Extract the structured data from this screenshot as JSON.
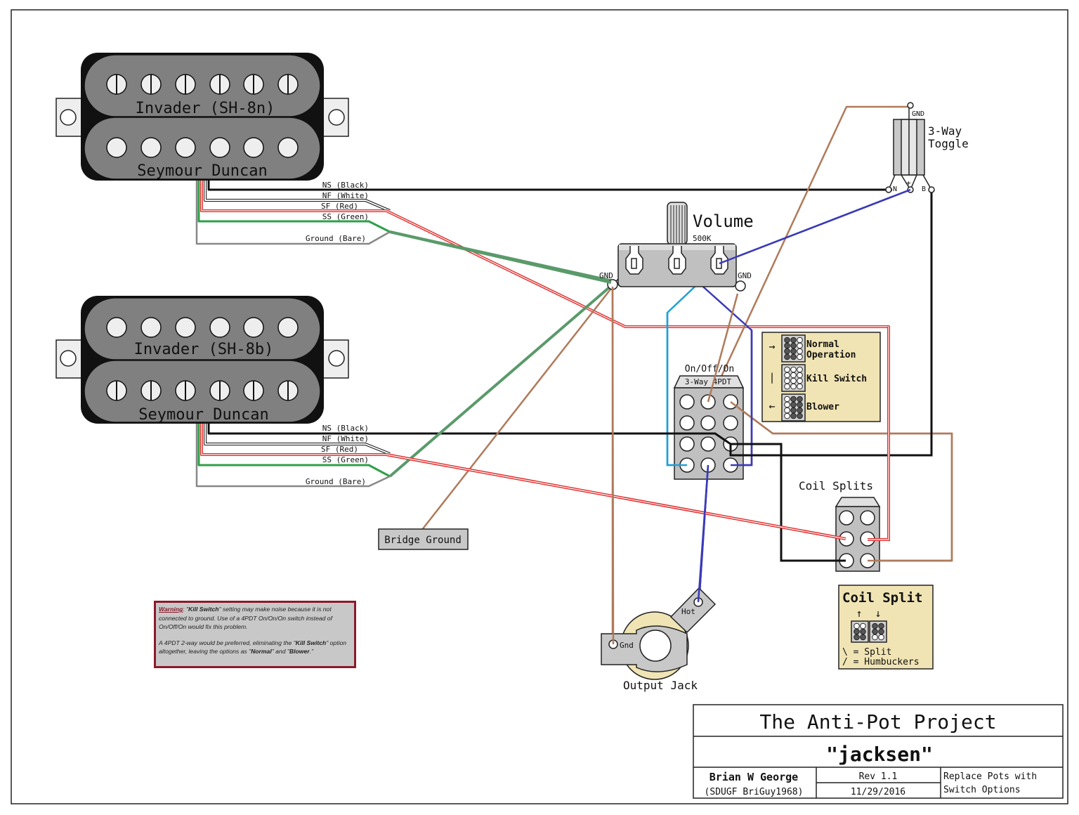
{
  "pickups": [
    {
      "id": "neck",
      "model": "Invader (SH-8n)",
      "brand": "Seymour Duncan",
      "slotted_row": "top",
      "wires": [
        {
          "label": "NS (Black)",
          "color": "#111111"
        },
        {
          "label": "NF (White)",
          "color": "#ffffff"
        },
        {
          "label": "SF (Red)",
          "color": "#e03030"
        },
        {
          "label": "SS (Green)",
          "color": "#2ea04a"
        },
        {
          "label": "Ground (Bare)",
          "color": "#888888"
        }
      ]
    },
    {
      "id": "bridge",
      "model": "Invader (SH-8b)",
      "brand": "Seymour Duncan",
      "slotted_row": "bottom",
      "wires": [
        {
          "label": "NS (Black)",
          "color": "#111111"
        },
        {
          "label": "NF (White)",
          "color": "#ffffff"
        },
        {
          "label": "SF (Red)",
          "color": "#e03030"
        },
        {
          "label": "SS (Green)",
          "color": "#2ea04a"
        },
        {
          "label": "Ground (Bare)",
          "color": "#888888"
        }
      ]
    }
  ],
  "volume": {
    "title": "Volume",
    "value": "500K",
    "gnd_left": "GND",
    "gnd_right": "GND"
  },
  "toggle": {
    "title_line1": "3-Way",
    "title_line2": "Toggle",
    "gnd": "GND",
    "n": "N",
    "plus": "+",
    "b": "B"
  },
  "switch_4pdt": {
    "title": "On/Off/On",
    "subtitle": "3-Way 4PDT"
  },
  "legend_4pdt": {
    "items": [
      {
        "arrow": "→",
        "label_line1": "Normal",
        "label_line2": "Operation"
      },
      {
        "arrow": "|",
        "label_line1": "Kill Switch",
        "label_line2": ""
      },
      {
        "arrow": "←",
        "label_line1": "Blower",
        "label_line2": ""
      }
    ]
  },
  "coil_splits": {
    "title": "Coil Splits"
  },
  "coil_split_legend": {
    "title": "Coil Split",
    "up_arrow": "↑",
    "down_arrow": "↓",
    "line1": "\\ = Split",
    "line2": "/ = Humbuckers"
  },
  "bridge_ground": {
    "label": "Bridge Ground"
  },
  "output_jack": {
    "title": "Output Jack",
    "hot": "Hot",
    "gnd": "Gnd"
  },
  "warning": {
    "label": "Warning",
    "p1_a": ": \"",
    "p1_bold1": "Kill Switch",
    "p1_b": "\" setting may make noise because it is not connected to ground.  Use of a 4PDT On/On/On switch instead of On/Off/On would fix this problem.",
    "p2_a": "A 4PDT 2-way would be preferred, eliminating the \"",
    "p2_bold1": "Kill Switch",
    "p2_b": "\" option altogether, leaving the options as \"",
    "p2_bold2": "Normal",
    "p2_c": "\" and \"",
    "p2_bold3": "Blower",
    "p2_d": ".\""
  },
  "title_block": {
    "project": "The Anti-Pot Project",
    "name": "\"jacksen\"",
    "author": "Brian W George",
    "handle": "(SDUGF BriGuy1968)",
    "rev": "Rev 1.1",
    "date": "11/29/2016",
    "desc_line1": "Replace Pots with",
    "desc_line2": "Switch Options"
  },
  "colors": {
    "black_wire": "#111111",
    "red_wire": "#e03030",
    "green_wire": "#2ea04a",
    "ground_green": "#5a9a6a",
    "bare_wire": "#888888",
    "brown_wire": "#b07a5a",
    "blue_wire": "#3a3ab8",
    "light_blue_wire": "#1ea0d8",
    "pickup_body": "#808080",
    "legend_bg": "#f0e4b4",
    "warning_border": "#8b1a2b"
  }
}
